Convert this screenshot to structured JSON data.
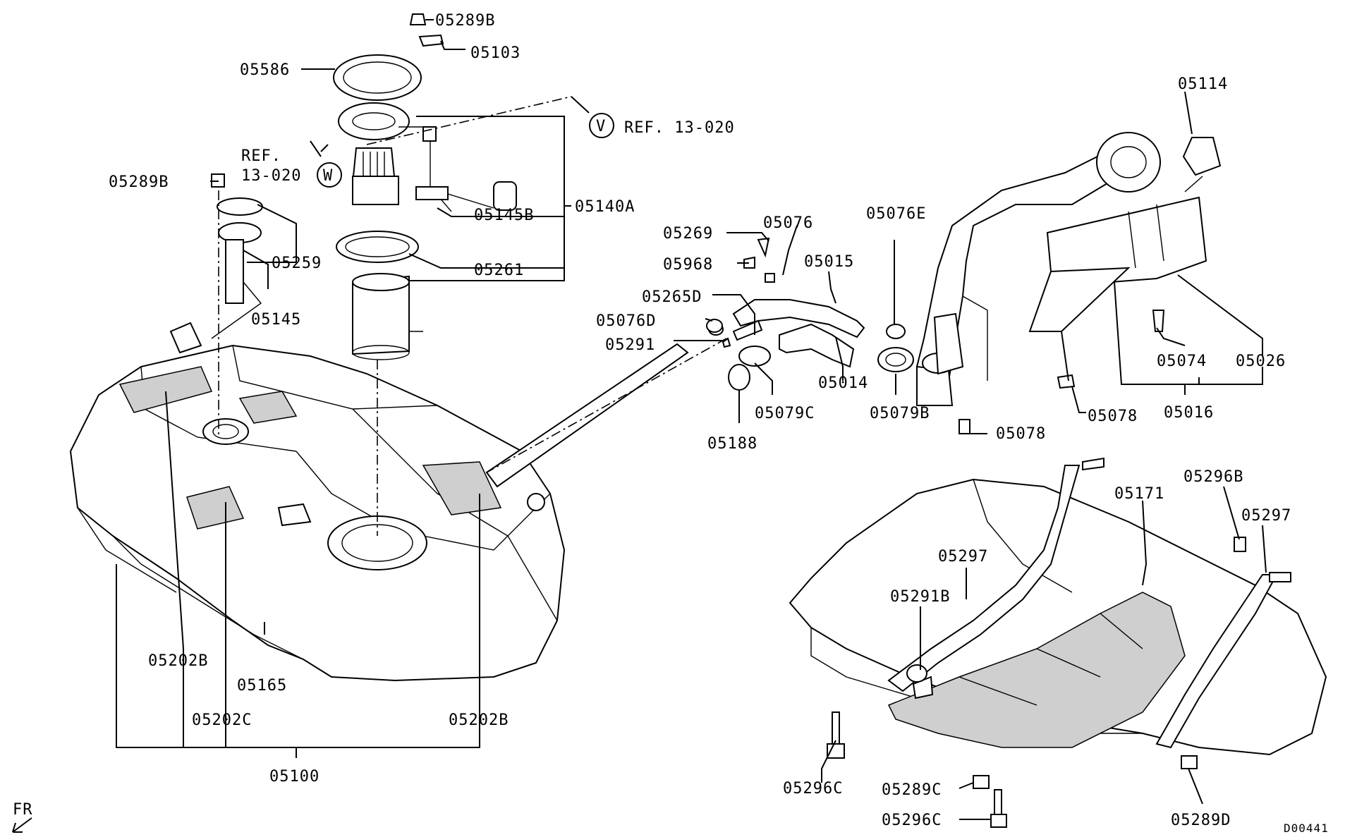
{
  "diagram_id": "D00441",
  "front_marker": "FR",
  "refs": [
    {
      "circle": "V",
      "text": "REF. 13-020"
    },
    {
      "circle": "W",
      "text_line1": "REF.",
      "text_line2": "13-020"
    }
  ],
  "parts": {
    "p05289B_top": "05289B",
    "p05103": "05103",
    "p05586": "05586",
    "p05289B_left": "05289B",
    "p05140A": "05140A",
    "p05145B": "05145B",
    "p05261": "05261",
    "p05259": "05259",
    "p05145": "05145",
    "p05269": "05269",
    "p05076": "05076",
    "p05968": "05968",
    "p05015": "05015",
    "p05076E": "05076E",
    "p05265D": "05265D",
    "p05076D": "05076D",
    "p05291": "05291",
    "p05014": "05014",
    "p05079C": "05079C",
    "p05079B": "05079B",
    "p05188": "05188",
    "p05078_a": "05078",
    "p05078_b": "05078",
    "p05114": "05114",
    "p05074": "05074",
    "p05026": "05026",
    "p05016": "05016",
    "p05296B": "05296B",
    "p05171": "05171",
    "p05297_a": "05297",
    "p05297_b": "05297",
    "p05291B": "05291B",
    "p05202B_a": "05202B",
    "p05202B_b": "05202B",
    "p05202C": "05202C",
    "p05165": "05165",
    "p05100": "05100",
    "p05296C_a": "05296C",
    "p05289C": "05289C",
    "p05296C_b": "05296C",
    "p05289D": "05289D"
  }
}
